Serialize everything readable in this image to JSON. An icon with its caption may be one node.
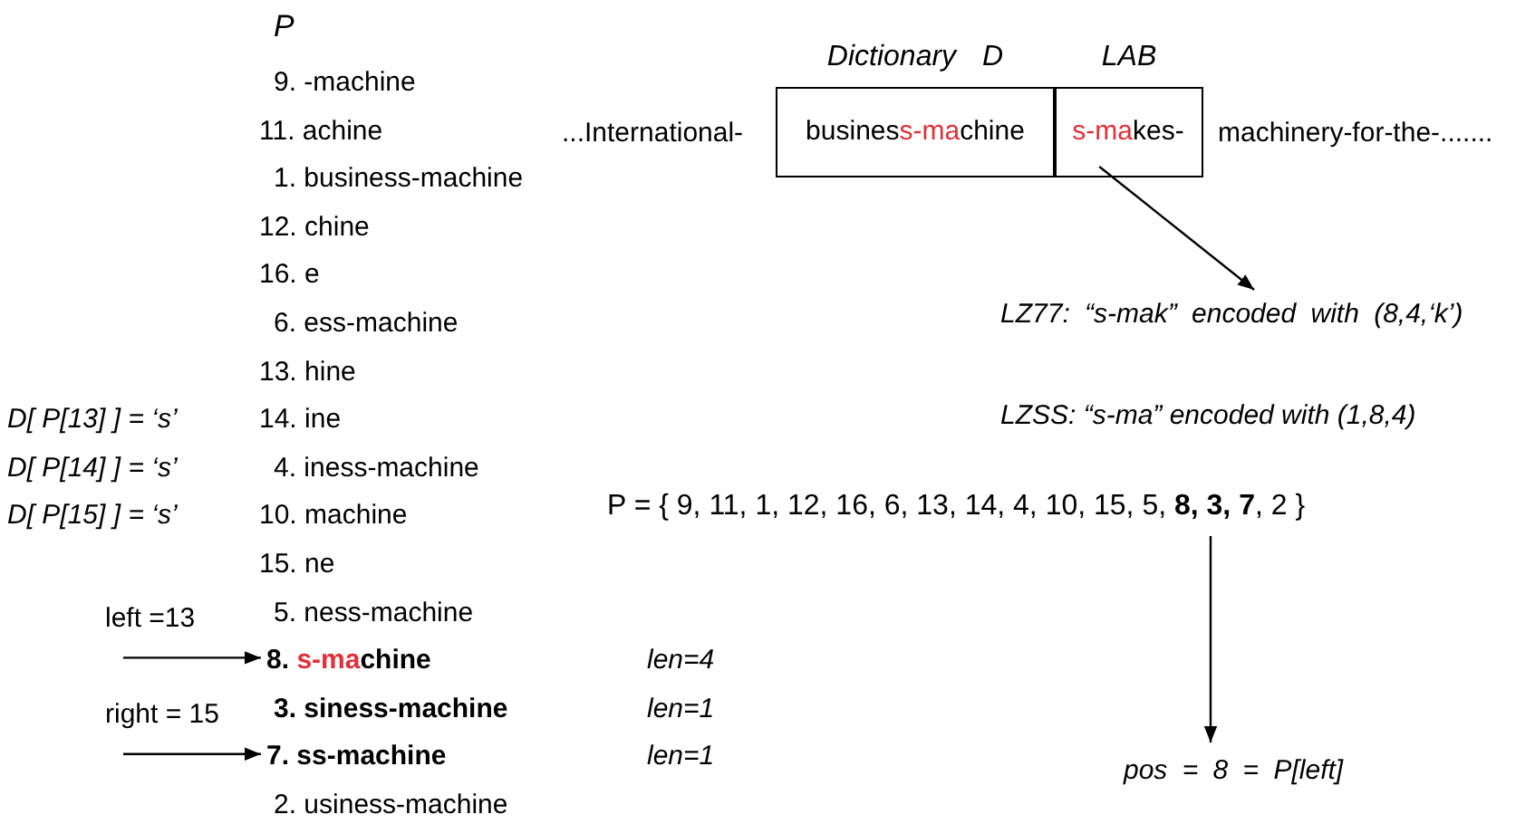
{
  "diagram": {
    "nodes": [
      {
        "text": [
          "Dictionary D",
          "busines**s-ma**chine"
        ]
      },
      {
        "text": [
          "LAB",
          "**s-ma**kes-"
        ]
      },
      {
        "text": [
          "LZ77: “s-mak” encoded with (8,4,‘k’)"
        ]
      },
      {
        "text": [
          "P = { 9, 11, 1, 12, 16, 6, 13, 14, 4, 10, 15, 5, **8, 3, 7**, 2 }"
        ]
      },
      {
        "text": [
          "pos = 8 = P[left]"
        ]
      },
      {
        "text": [
          "8. **s-ma**chine"
        ]
      },
      {
        "text": [
          "7. ss-machine"
        ]
      }
    ],
    "edges": [
      {
        "from": 1,
        "to": 2,
        "arrow": "to"
      },
      {
        "from": 3,
        "to": 4,
        "arrow": "to"
      },
      {
        "from": null,
        "to": 5,
        "arrow": "to",
        "label": "left =13"
      },
      {
        "from": null,
        "to": 6,
        "arrow": "to",
        "label": "right = 15"
      }
    ],
    "labels": [
      "P",
      "9. -machine",
      "11. achine",
      "1. business-machine",
      "12. chine",
      "16. e",
      "6. ess-machine",
      "13. hine",
      "14. ine",
      "4. iness-machine",
      "10. machine",
      "15. ne",
      "5. ness-machine",
      "3. siness-machine",
      "2. usiness-machine",
      "...International-",
      "machinery-for-the-.......",
      "LZSS: “s-ma” encoded with (1,8,4)",
      "D[ P[13] ] = ‘s’",
      "D[ P[14] ] = ‘s’",
      "D[ P[15] ] = ‘s’",
      "len=4",
      "len=1",
      "len=1"
    ]
  }
}
